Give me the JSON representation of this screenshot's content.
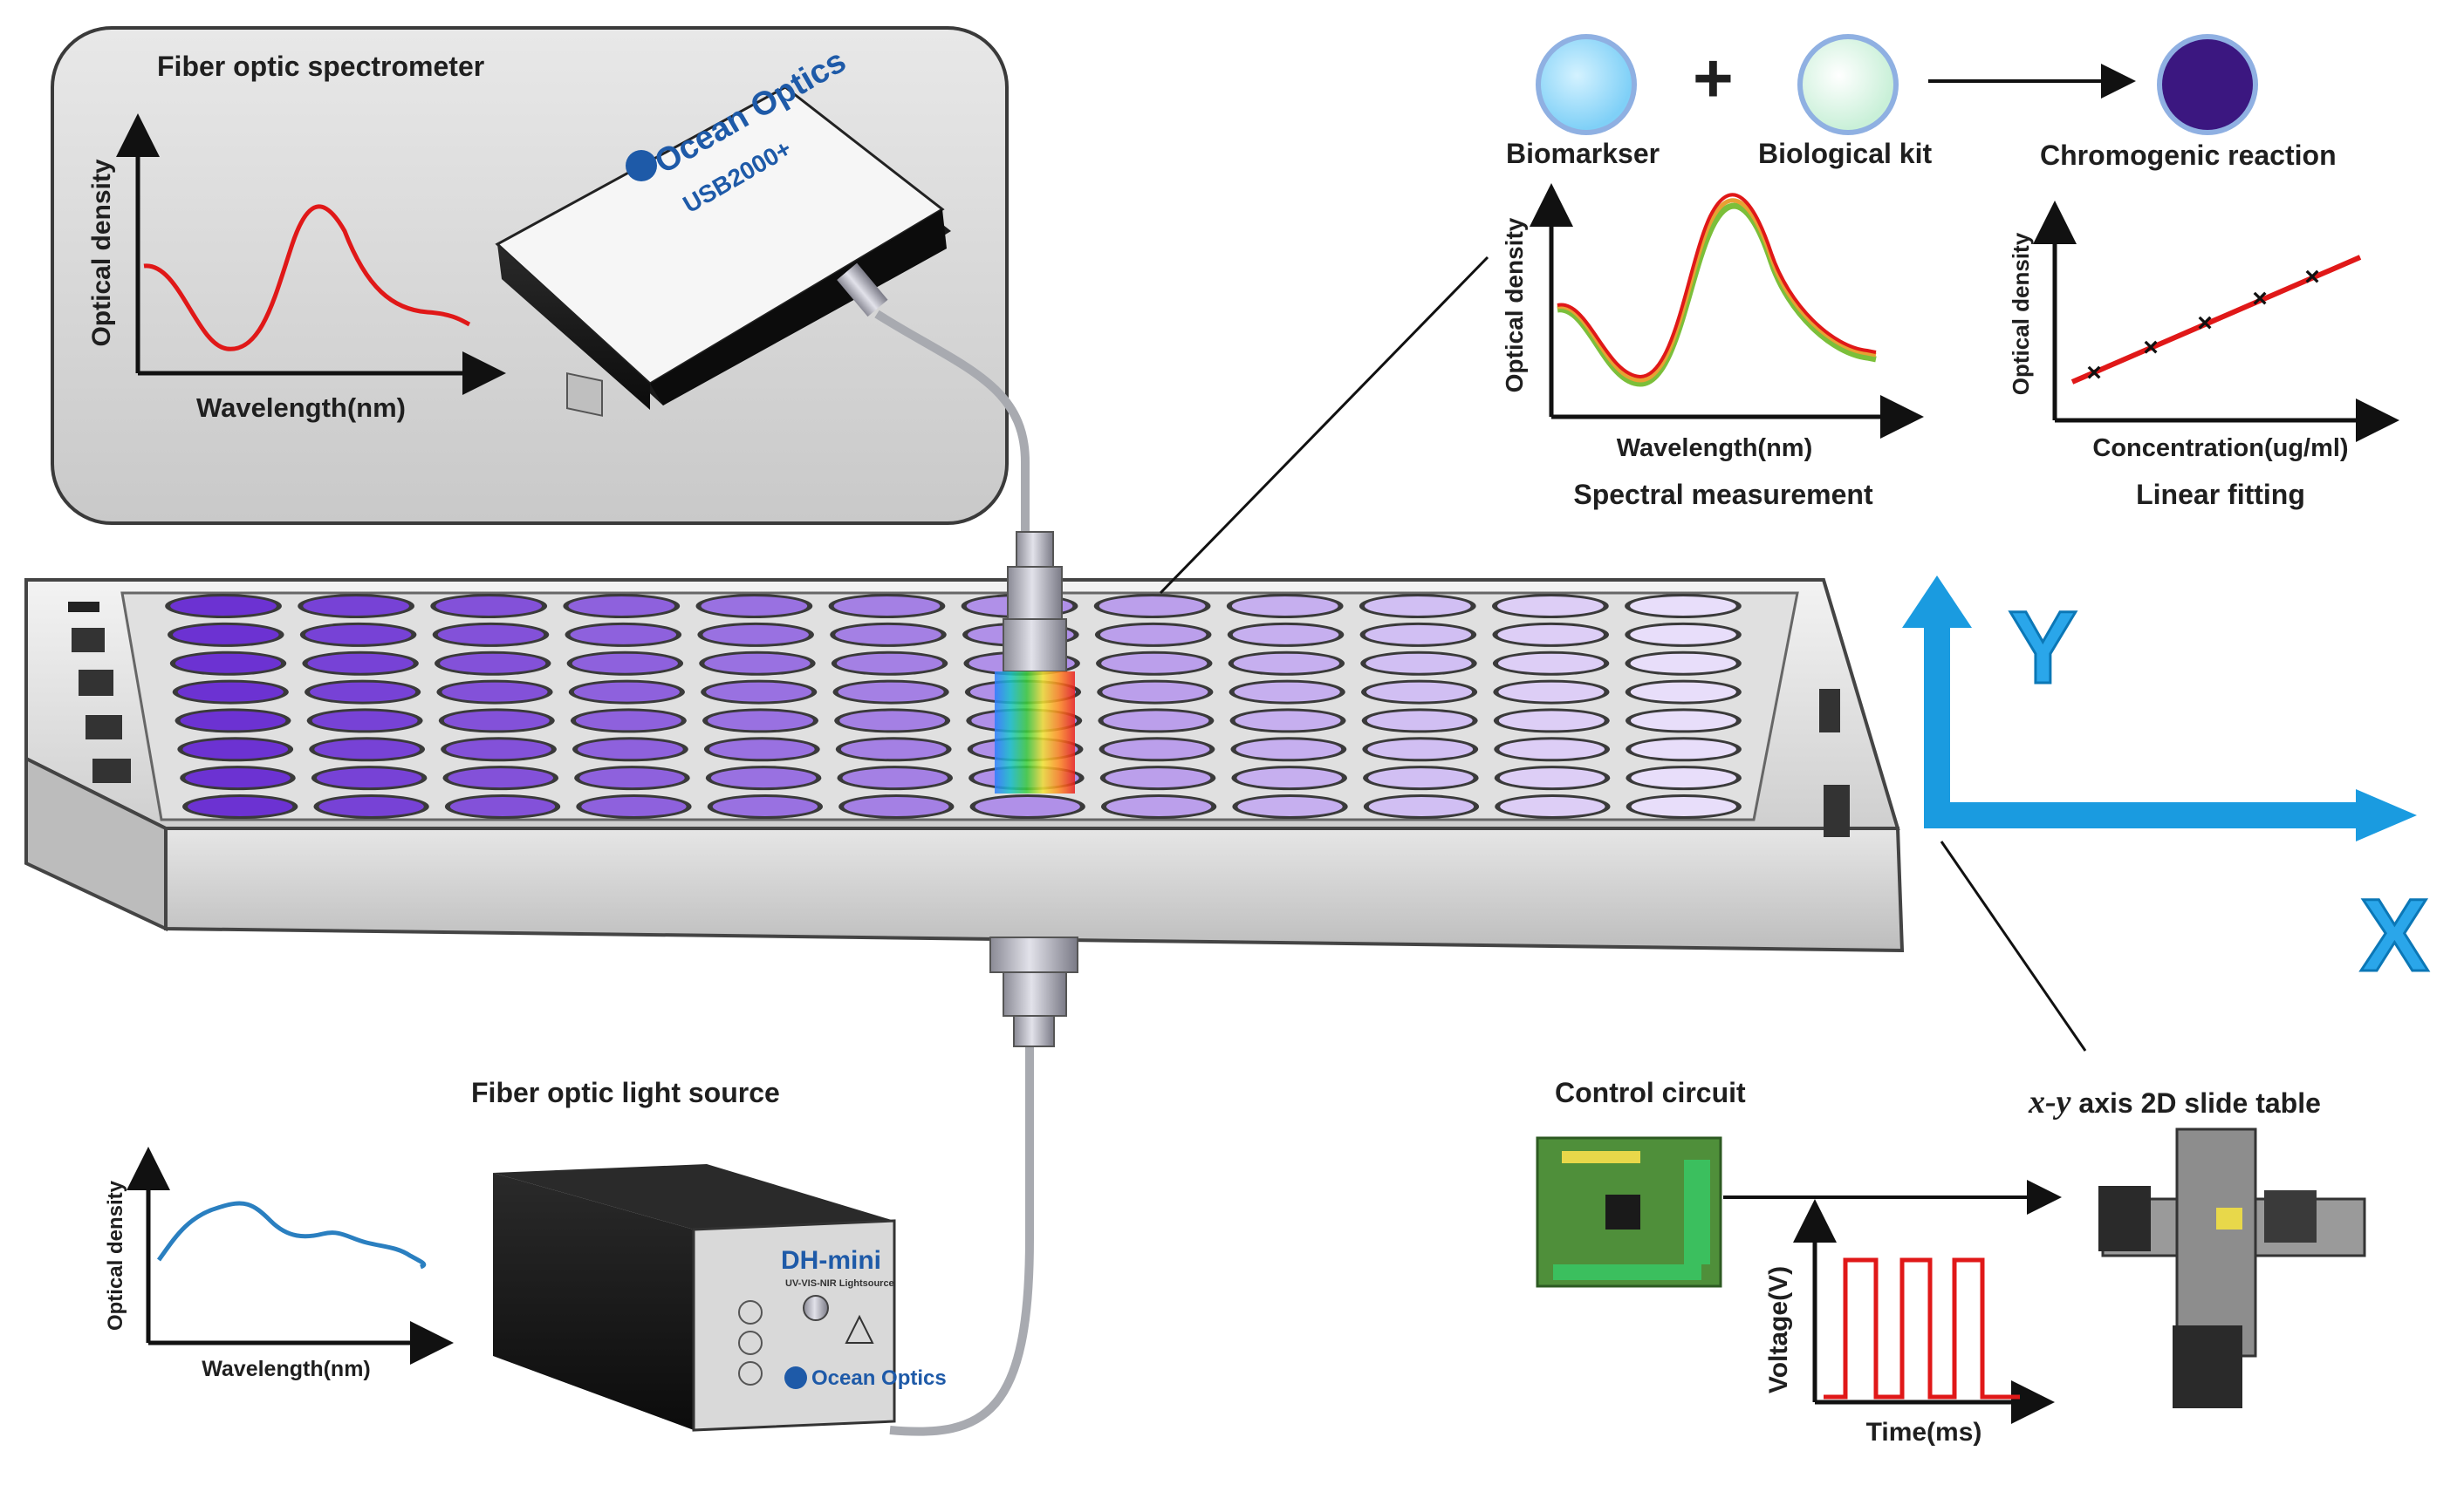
{
  "spectrometer_panel": {
    "title": "Fiber optic spectrometer",
    "y_axis": "Optical density",
    "x_axis": "Wavelength(nm)",
    "brand": "Ocean Optics",
    "model": "USB2000+"
  },
  "light_source_panel": {
    "title": "Fiber optic light source",
    "y_axis": "Optical density",
    "x_axis": "Wavelength(nm)",
    "device": "DH-mini",
    "device_sub": "UV-VIS-NIR Lightsource",
    "brand": "Ocean Optics"
  },
  "bio_panel": {
    "biomarker": "Biomarkser",
    "plus": "+",
    "kit": "Biological kit",
    "reaction": "Chromogenic reaction",
    "spectral": {
      "y_axis": "Optical density",
      "x_axis": "Wavelength(nm)",
      "caption": "Spectral measurement"
    },
    "fitting": {
      "y_axis": "Optical density",
      "x_axis": "Concentration(ug/ml)",
      "caption": "Linear fitting"
    }
  },
  "control_panel": {
    "circuit": "Control circuit",
    "table_italic": "x-y",
    "table_rest": " axis 2D slide table",
    "y_axis": "Voltage(V)",
    "x_axis": "Time(ms)"
  },
  "axes": {
    "y_label": "Y",
    "x_label": "X"
  },
  "colors": {
    "axis_arrow": "#1a9be0",
    "axis_letters": "#2aa6ea",
    "spectrum_curve": "#e01818",
    "source_curve": "#2a7fc0",
    "fit_line": "#e01818",
    "chromogenic": "#3b1780"
  }
}
